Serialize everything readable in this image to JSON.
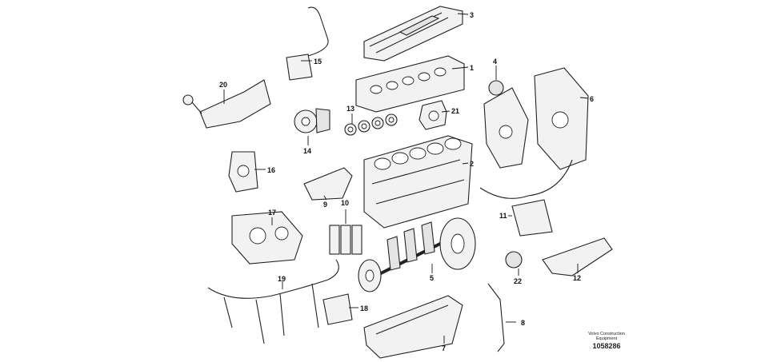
{
  "diagram": {
    "callouts": [
      "1",
      "2",
      "3",
      "4",
      "5",
      "6",
      "7",
      "8",
      "9",
      "10",
      "11",
      "12",
      "13",
      "14",
      "15",
      "16",
      "17",
      "18",
      "19",
      "20",
      "21",
      "22"
    ],
    "credit": {
      "brand_line1": "Volvo Construction",
      "brand_line2": "Equipment",
      "drawing_id": "1058286"
    }
  }
}
